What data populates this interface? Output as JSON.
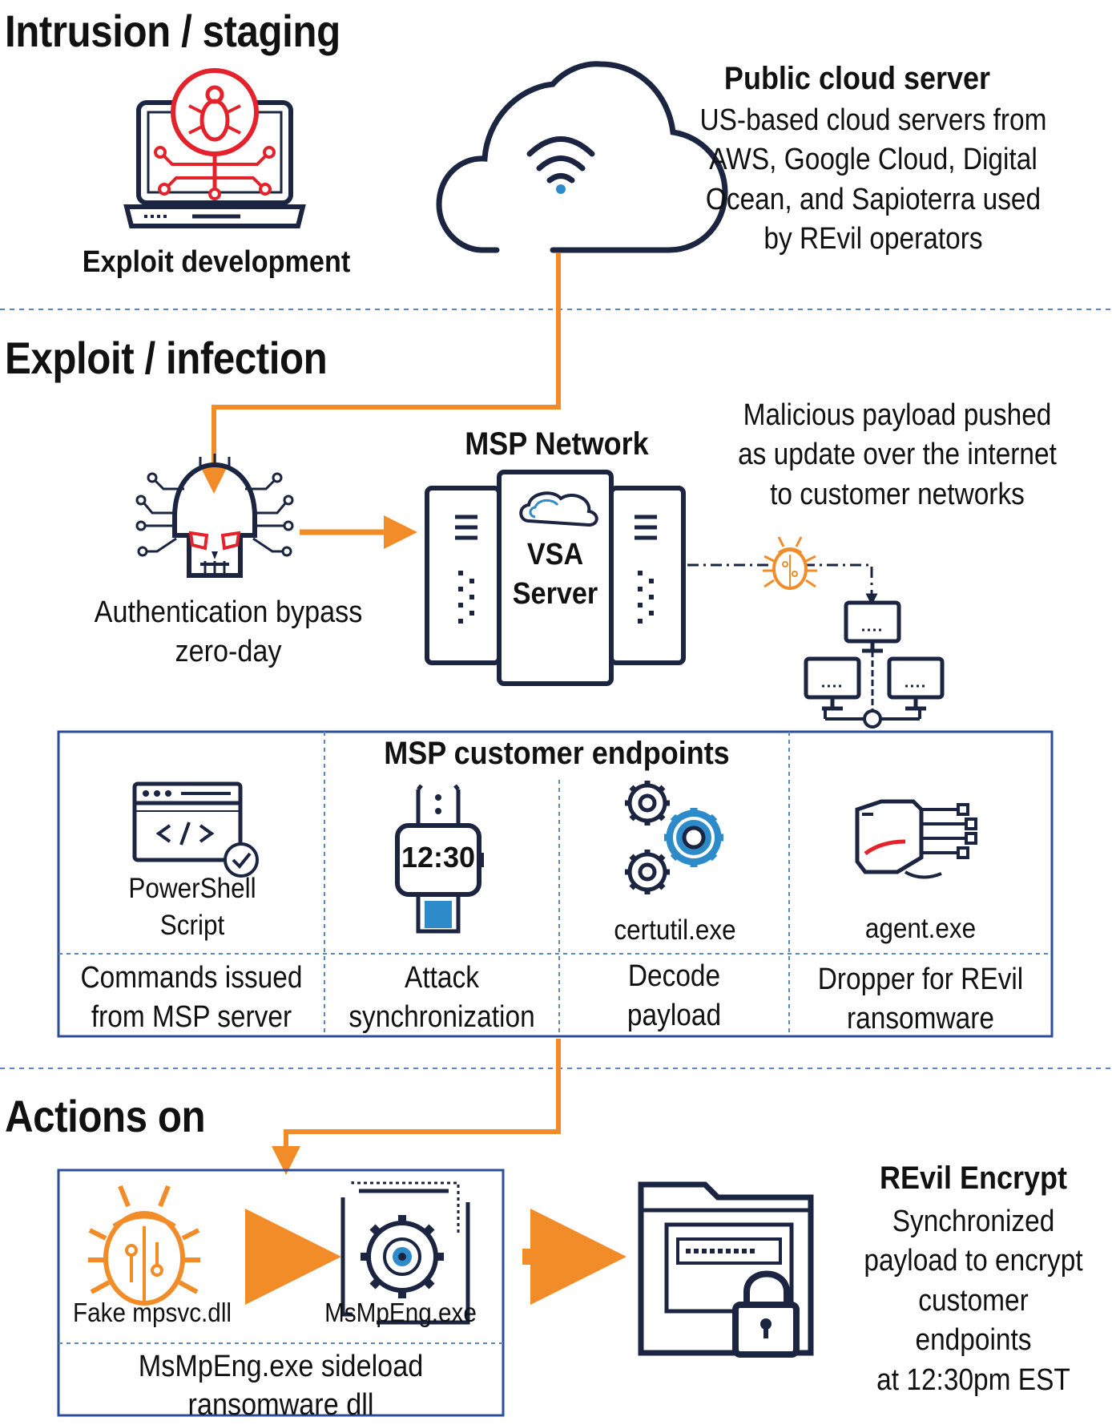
{
  "sections": {
    "intrusion": "Intrusion / staging",
    "exploit": "Exploit / infection",
    "actions": "Actions on"
  },
  "intrusion": {
    "exploit_dev_label": "Exploit development",
    "cloud_title": "Public cloud server",
    "cloud_desc": "US-based cloud servers from\nAWS, Google Cloud, Digital\nOcean, and Sapioterra used\nby REvil operators"
  },
  "exploit": {
    "msp_network_label": "MSP Network",
    "vsa_server_label": "VSA\nServer",
    "auth_bypass_label": "Authentication bypass\nzero-day",
    "payload_note": "Malicious payload pushed\nas update over the internet\nto customer networks"
  },
  "endpoints": {
    "title": "MSP customer endpoints",
    "watch_time": "12:30",
    "columns": [
      {
        "icon": "powershell-script-icon",
        "label": "PowerShell\nScript",
        "desc": "Commands issued\nfrom MSP server"
      },
      {
        "icon": "smartwatch-icon",
        "label": "",
        "desc": "Attack\nsynchronization"
      },
      {
        "icon": "gears-icon",
        "label": "certutil.exe",
        "desc": "Decode\npayload"
      },
      {
        "icon": "robot-hand-icon",
        "label": "agent.exe",
        "desc": "Dropper for REvil\nransomware"
      }
    ]
  },
  "actions": {
    "fake_dll_label": "Fake mpsvc.dll",
    "msmpeng_label": "MsMpEng.exe",
    "sideload_desc": "MsMpEng.exe sideload\nransomware dll",
    "encrypt_title": "REvil Encrypt",
    "encrypt_desc": "Synchronized\npayload to encrypt\ncustomer endpoints\nat 12:30pm EST"
  },
  "colors": {
    "accent_orange": "#F28C28",
    "bug_red": "#E3222B",
    "navy": "#1B2440",
    "box_blue": "#2E4C9C",
    "dash_blue": "#5B86C5",
    "icon_blue": "#2E8BC9"
  }
}
